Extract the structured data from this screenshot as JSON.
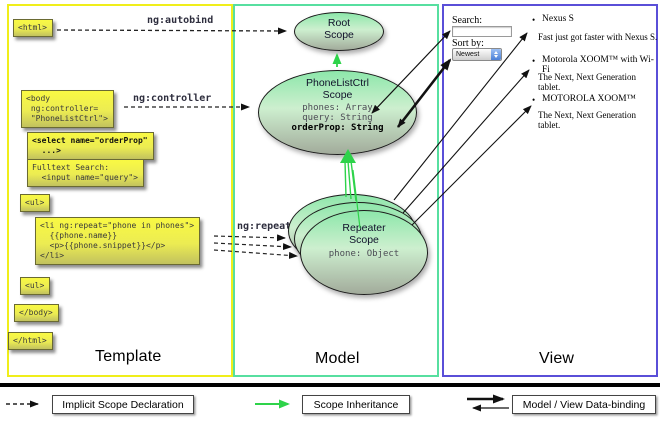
{
  "template": {
    "label": "Template",
    "boxes": {
      "html_open": "<html>",
      "body_open": "<body\n ng:controller=\n \"PhoneListCtrl\">",
      "select": "<select name=\"orderProp\"\n  ...>",
      "fulltext": "Fulltext Search:\n  <input name=\"query\">",
      "ul_open": "<ul>",
      "li_repeat": "<li ng:repeat=\"phone in phones\">\n  {{phone.name}}\n  <p>{{phone.snippet}}</p>\n</li>",
      "ul_close": "<ul>",
      "body_close": "</body>",
      "html_close": "</html>"
    }
  },
  "annotations": {
    "autobind": "ng:autobind",
    "controller": "ng:controller",
    "repeat": "ng:repeat"
  },
  "model": {
    "label": "Model",
    "root_scope": {
      "line1": "Root",
      "line2": "Scope"
    },
    "phonelist_scope": {
      "line1": "PhoneListCtrl",
      "line2": "Scope",
      "prop1": "phones: Array",
      "prop2": "query: String",
      "prop3": "orderProp: String"
    },
    "repeater_scope": {
      "line1": "Repeater",
      "line2": "Scope",
      "prop": "phone: Object"
    }
  },
  "view": {
    "label": "View",
    "search_label": "Search:",
    "sort_label": "Sort by:",
    "sort_value": "Newest",
    "bullet_glyph": "•",
    "items": [
      {
        "name": "Nexus S",
        "desc": "Fast just got faster with Nexus S."
      },
      {
        "name": "Motorola XOOM™  with Wi-Fi",
        "desc": "The Next, Next Generation tablet."
      },
      {
        "name": "MOTOROLA XOOM™",
        "desc": "The Next, Next Generation tablet."
      }
    ]
  },
  "legend": {
    "implicit": "Implicit Scope Declaration",
    "inheritance": "Scope Inheritance",
    "databinding": "Model / View Data-binding"
  },
  "colors": {
    "template_border": "#f0ee1a",
    "model_border": "#57dfa0",
    "view_border": "#5a4fd8",
    "inheritance_green": "#2ed34a",
    "arrow_black": "#111111",
    "code_box_yellow": "#f0f04a",
    "scope_green": "#8de7aa"
  }
}
